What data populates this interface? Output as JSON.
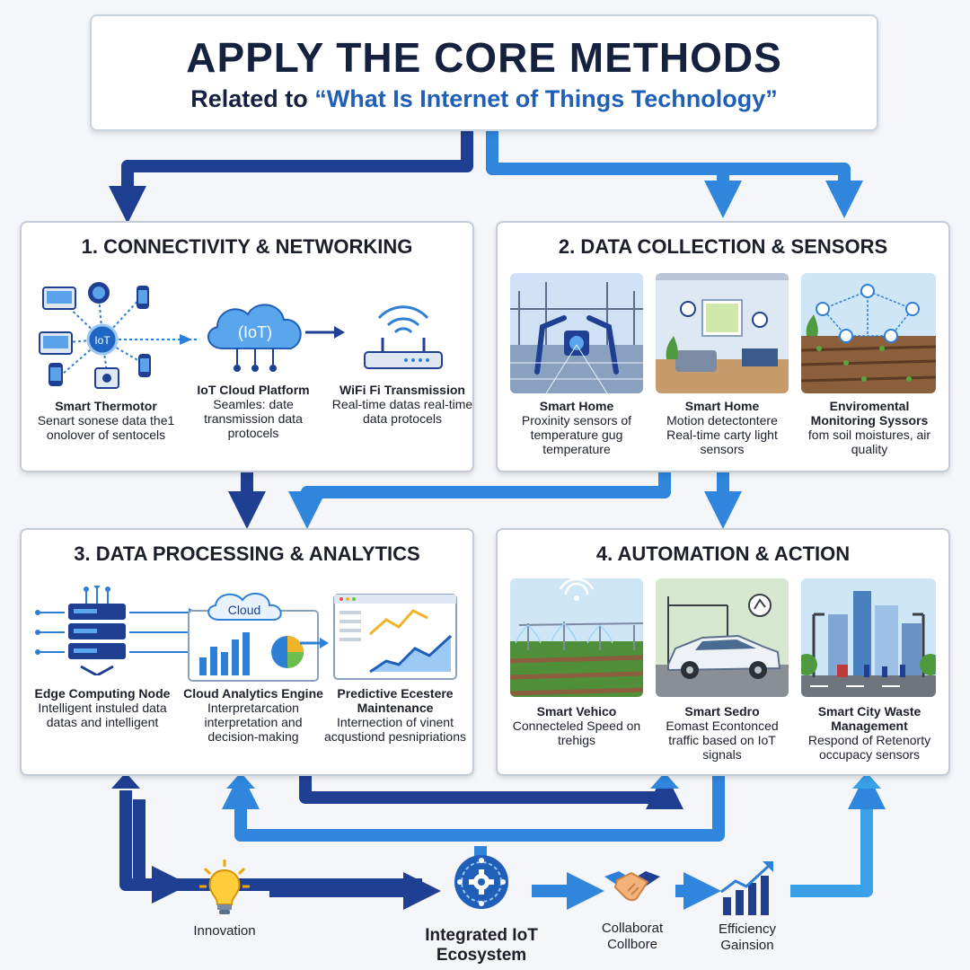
{
  "header": {
    "title": "APPLY THE CORE METHODS",
    "subtitle_prefix": "Related to ",
    "subtitle_highlight": "“What Is Internet of Things Technology”"
  },
  "panels": [
    {
      "title": "1. CONNECTIVITY & NETWORKING",
      "items": [
        {
          "icon": "iot-hub-icon",
          "label": "Smart Thermotor",
          "desc": "Senart sonese data the1 onolover of sentocels"
        },
        {
          "icon": "cloud-icon",
          "label": "IoT Cloud Platform",
          "desc": "Seamles: date transmission data protocels"
        },
        {
          "icon": "wifi-router-icon",
          "label": "WiFi Fi Transmission",
          "desc": "Real-time datas real-time data protocels"
        }
      ],
      "cloud_label": "(IoT)",
      "hub_label": "IoT"
    },
    {
      "title": "2. DATA COLLECTION & SENSORS",
      "items": [
        {
          "icon": "factory-robot-image",
          "label": "Smart Home",
          "desc": "Proxinity sensors of temperature gug temperature"
        },
        {
          "icon": "living-room-image",
          "label": "Smart Home",
          "desc": "Motion detectontere Real-time carty light sensors"
        },
        {
          "icon": "farm-sensors-image",
          "label": "Enviromental Monitoring Syssors",
          "desc": "fom soil moistures, air quality"
        }
      ]
    },
    {
      "title": "3. DATA PROCESSING & ANALYTICS",
      "items": [
        {
          "icon": "server-rack-icon",
          "label": "Edge Computing Node",
          "desc": "Intelligent instuled data datas and intelligent"
        },
        {
          "icon": "cloud-dashboard-icon",
          "label": "Cloud Analytics Engine",
          "desc": "Interpretarcation interpretation and decision-making"
        },
        {
          "icon": "line-chart-monitor-icon",
          "label": "Predictive Ecestere Maintenance",
          "desc": "Internection of vinent acqustiond pesnipriations"
        }
      ],
      "cloud_label": "Cloud"
    },
    {
      "title": "4. AUTOMATION & ACTION",
      "items": [
        {
          "icon": "irrigation-image",
          "label": "Smart Vehico",
          "desc": "Connecteled Speed on trehigs"
        },
        {
          "icon": "car-image",
          "label": "Smart Sedro",
          "desc": "Eomast Econtonced traffic based on IoT signals"
        },
        {
          "icon": "city-image",
          "label": "Smart City Waste Management",
          "desc": "Respond of Retenorty occupacy sensors"
        }
      ]
    }
  ],
  "footer": [
    {
      "icon": "lightbulb-icon",
      "label": "Innovation"
    },
    {
      "icon": "gear-network-icon",
      "label": "Integrated IoT Ecosystem"
    },
    {
      "icon": "handshake-icon",
      "label": "Collaborat Collbore"
    },
    {
      "icon": "growth-chart-icon",
      "label": "Efficiency Gainsion"
    }
  ],
  "colors": {
    "navy": "#1f3f93",
    "blue": "#2e7fd6",
    "light_blue": "#3aa0e8",
    "title": "#14213f"
  }
}
